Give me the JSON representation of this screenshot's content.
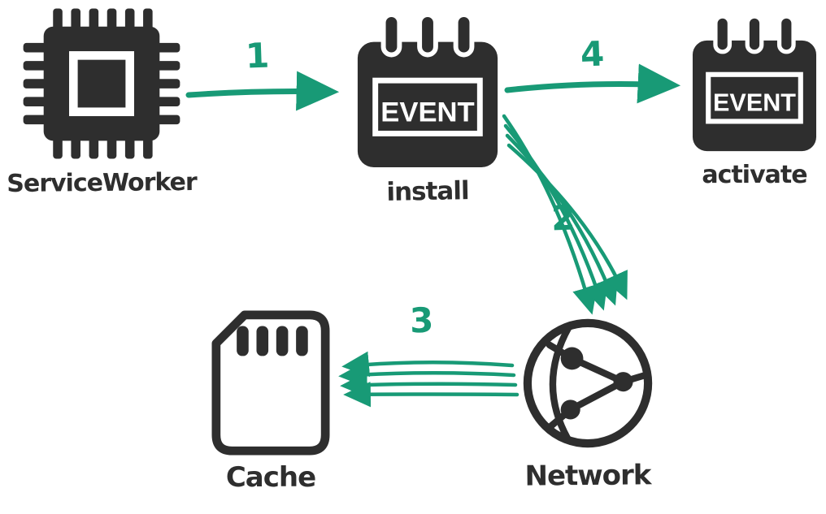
{
  "diagram": {
    "type": "flow-diagram",
    "colors": {
      "accent": "#189a76",
      "node": "#2e2e2e",
      "background": "#ffffff"
    },
    "nodes": {
      "service_worker": {
        "label": "ServiceWorker",
        "icon": "cpu-chip-icon"
      },
      "install": {
        "label": "install",
        "icon": "calendar-event-icon",
        "icon_text": "EVENT"
      },
      "activate": {
        "label": "activate",
        "icon": "calendar-event-icon",
        "icon_text": "EVENT"
      },
      "network": {
        "label": "Network",
        "icon": "globe-network-icon"
      },
      "cache": {
        "label": "Cache",
        "icon": "sd-card-icon"
      }
    },
    "edges": [
      {
        "label": "1",
        "from": "service_worker",
        "to": "install",
        "style": "single-arrow"
      },
      {
        "label": "2",
        "from": "install",
        "to": "network",
        "style": "multi-line-arrow"
      },
      {
        "label": "3",
        "from": "network",
        "to": "cache",
        "style": "multi-line-arrow"
      },
      {
        "label": "4",
        "from": "install",
        "to": "activate",
        "style": "single-arrow"
      }
    ]
  }
}
